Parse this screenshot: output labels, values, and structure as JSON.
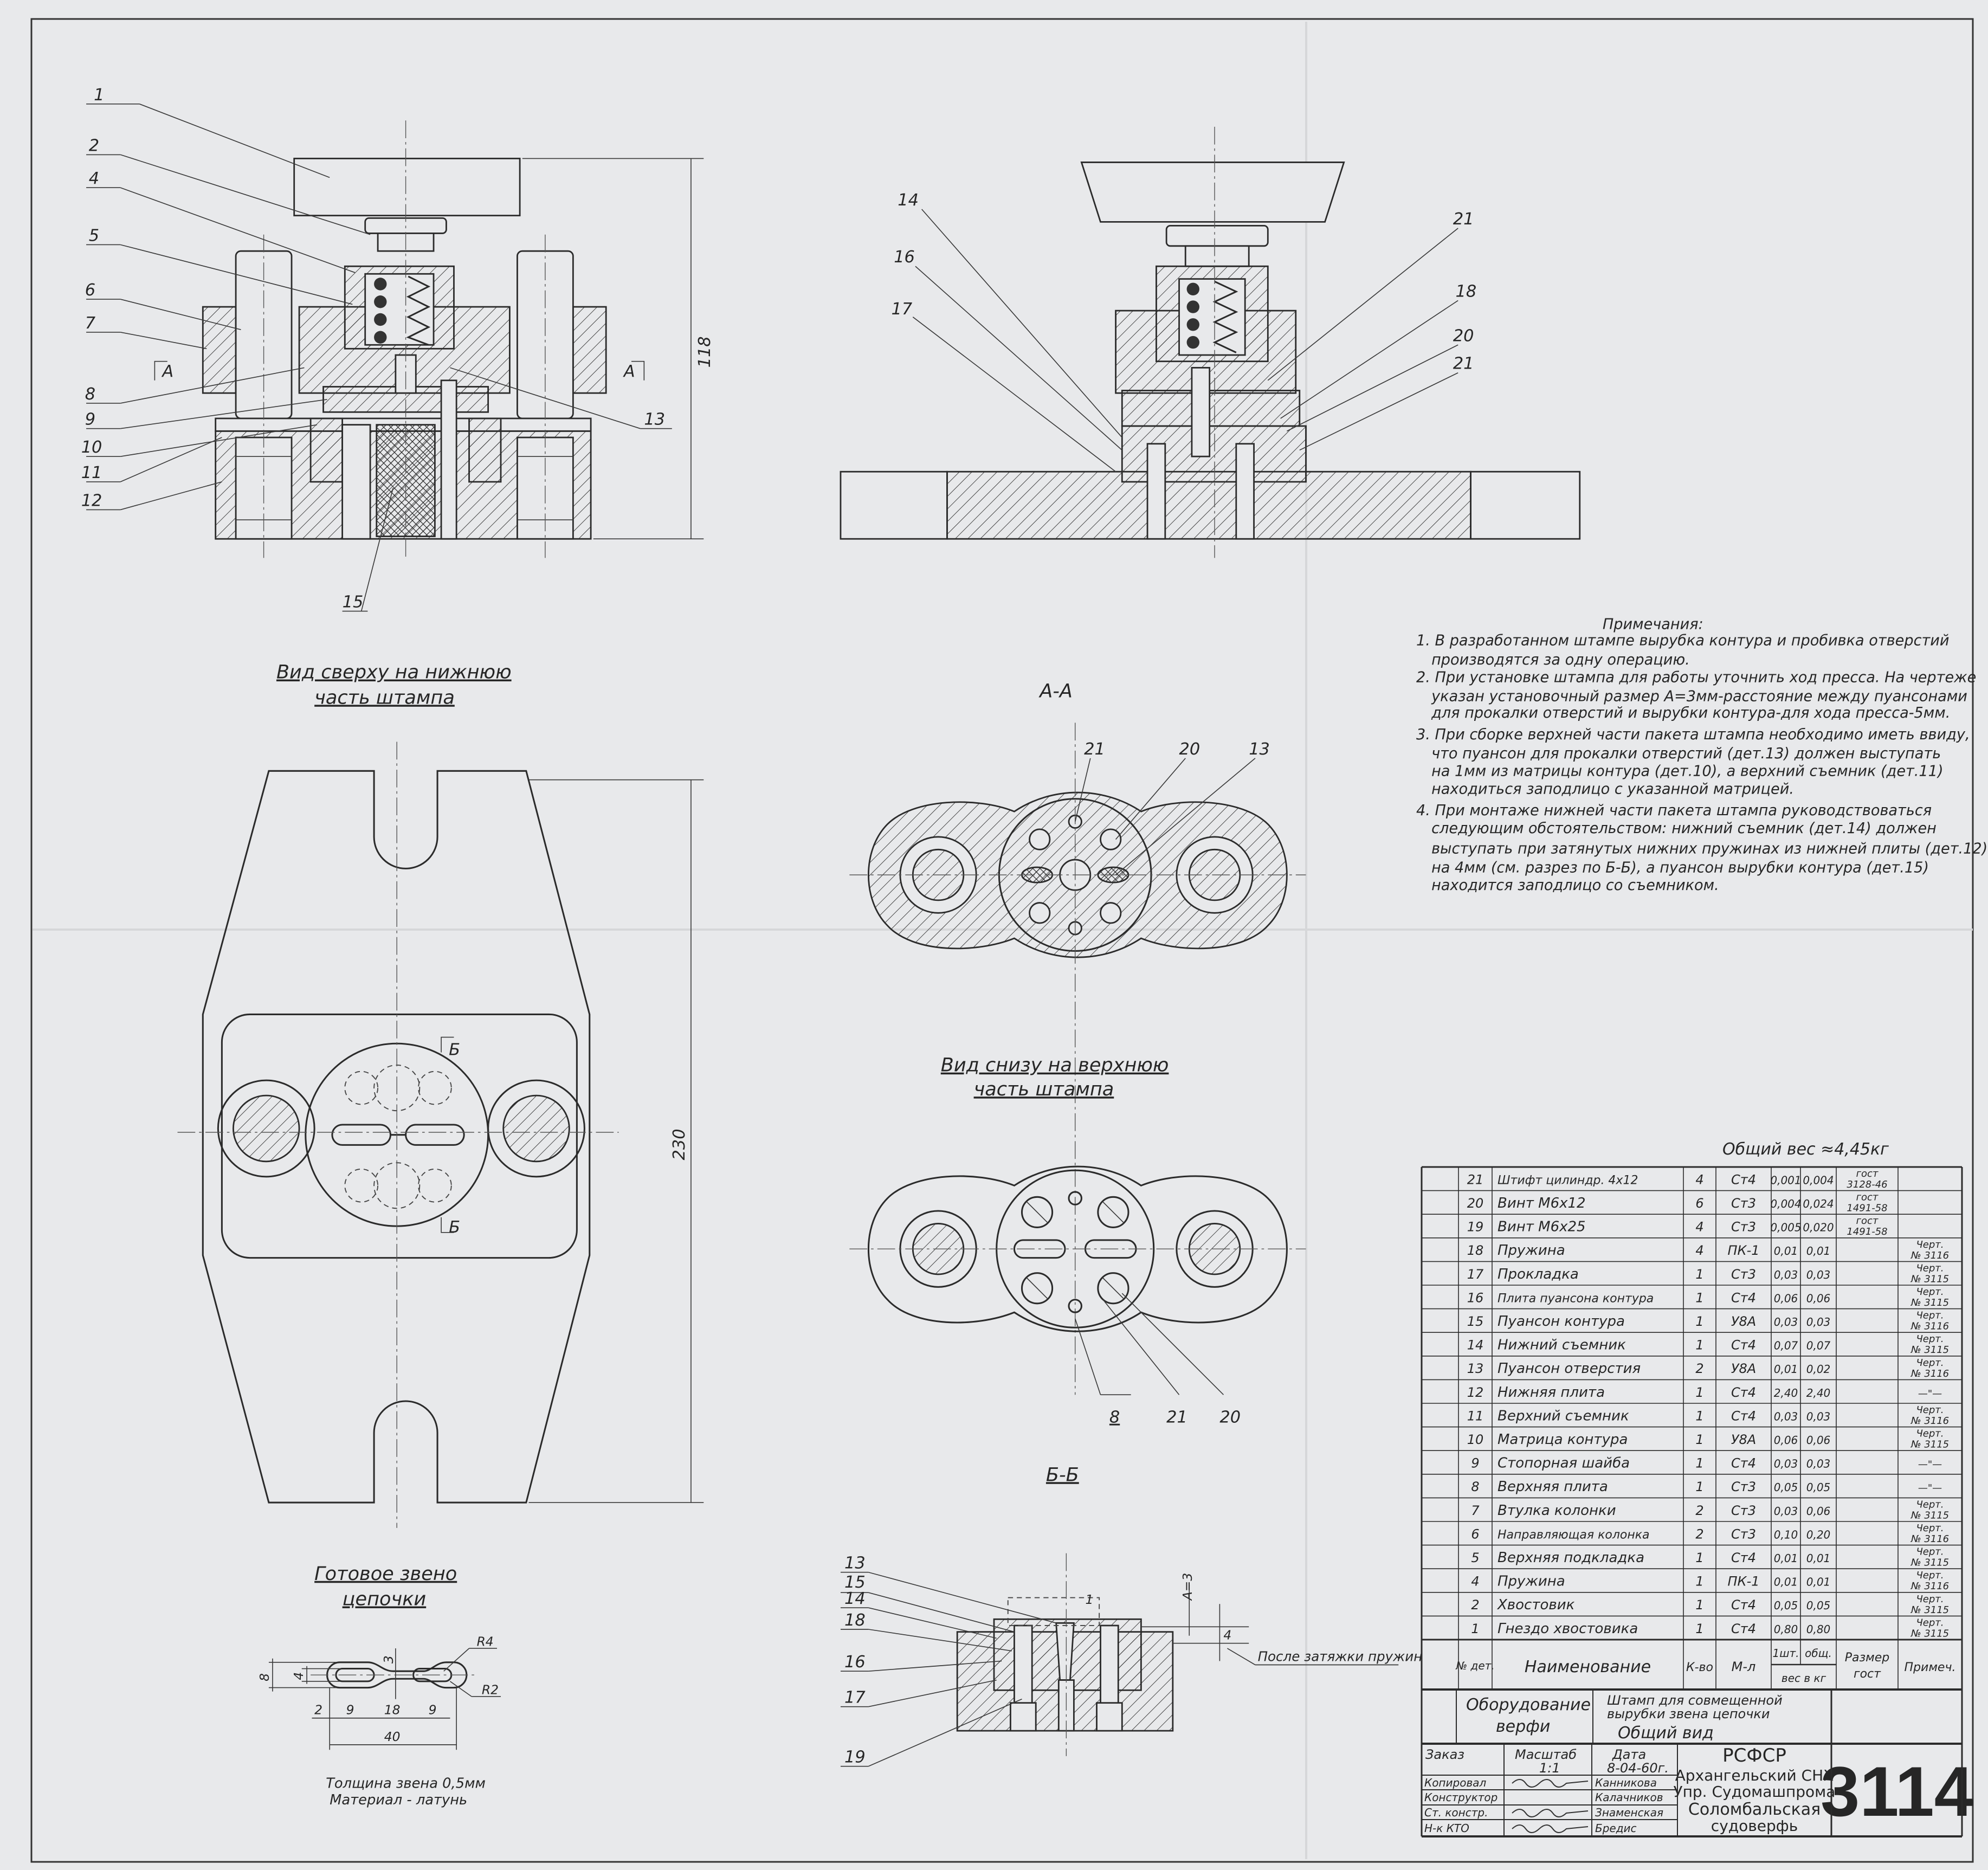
{
  "drawing": {
    "main_section_callouts": [
      "1",
      "2",
      "4",
      "5",
      "6",
      "7",
      "8",
      "9",
      "10",
      "11",
      "12",
      "13",
      "15"
    ],
    "section_marks": {
      "a_left": "A",
      "a_right": "A",
      "b_top": "Б",
      "b_bottom": "Б"
    },
    "dim_118": "118",
    "side_section_callouts": [
      "14",
      "16",
      "17",
      "21",
      "18",
      "20",
      "21"
    ],
    "top_view_title_1": "Вид сверху на нижнюю",
    "top_view_title_2": "часть штампа",
    "dim_230": "230",
    "section_aa_title": "А-А",
    "section_aa_callouts": [
      "21",
      "20",
      "13"
    ],
    "bottom_view_title_1": "Вид снизу на верхнюю",
    "bottom_view_title_2": "часть штампа",
    "bottom_view_callouts": [
      "8",
      "21",
      "20"
    ],
    "section_bb_title": "Б-Б",
    "section_bb_callouts": [
      "13",
      "15",
      "14",
      "18",
      "16",
      "17",
      "19"
    ],
    "section_bb_dims": {
      "a": "А=3",
      "one": "1",
      "four": "4"
    },
    "section_bb_note": "После затяжки пружин",
    "chain_link": {
      "title_1": "Готовое звено",
      "title_2": "цепочки",
      "dims": {
        "h8": "8",
        "h4": "4",
        "w3": "3",
        "r4": "R4",
        "r2": "R2",
        "d2": "2",
        "d9a": "9",
        "d18": "18",
        "d9b": "9",
        "d40": "40"
      },
      "thickness": "Толщина звена  0,5мм",
      "material": "Материал - латунь"
    }
  },
  "notes": {
    "title": "Примечания:",
    "lines": [
      "1. В разработанном штампе вырубка контура и пробивка отверстий",
      "производятся за одну операцию.",
      "2. При установке штампа для работы уточнить ход пресса. На чертеже",
      "указан установочный размер А=3мм-расстояние между пуансонами",
      "для прокалки отверстий и вырубки контура-для хода пресса-5мм.",
      "3. При сборке верхней части пакета штампа необходимо иметь ввиду,",
      "что пуансон для прокалки отверстий (дет.13) должен выступать",
      "на 1мм из матрицы контура (дет.10), а верхний съемник (дет.11)",
      "находиться заподлицо с указанной матрицей.",
      "4. При монтаже нижней части пакета штампа руководствоваться",
      "следующим обстоятельством: нижний съемник (дет.14) должен",
      "выступать при затянутых нижних пружинах из нижней плиты (дет.12)",
      "на 4мм (см. разрез по Б-Б), а пуансон вырубки контура (дет.15)",
      "находится заподлицо со съемником."
    ]
  },
  "parts_list": {
    "total_weight": "Общий вес ≈4,45кг",
    "header": {
      "no": "№ дет.",
      "name": "Наименование",
      "qty": "К-во",
      "material": "М-л",
      "w_one": "1шт.",
      "w_total": "общ.",
      "weight": "вес в кг",
      "gost_1": "Размер",
      "gost_2": "гост",
      "note": "Примеч."
    },
    "rows": [
      {
        "no": "21",
        "name": "Штифт цилиндр. 4x12",
        "qty": "4",
        "material": "Ст4",
        "w_one": "0,001",
        "w_total": "0,004",
        "gost_1": "гост",
        "gost_2": "3128-46",
        "note_1": "",
        "note_2": ""
      },
      {
        "no": "20",
        "name": "Винт  М6x12",
        "qty": "6",
        "material": "Ст3",
        "w_one": "0,004",
        "w_total": "0,024",
        "gost_1": "гост",
        "gost_2": "1491-58",
        "note_1": "",
        "note_2": ""
      },
      {
        "no": "19",
        "name": "Винт  М6x25",
        "qty": "4",
        "material": "Ст3",
        "w_one": "0,005",
        "w_total": "0,020",
        "gost_1": "гост",
        "gost_2": "1491-58",
        "note_1": "",
        "note_2": ""
      },
      {
        "no": "18",
        "name": "Пружина",
        "qty": "4",
        "material": "ПК-1",
        "w_one": "0,01",
        "w_total": "0,01",
        "gost_1": "",
        "gost_2": "",
        "note_1": "Черт.",
        "note_2": "№ 3116"
      },
      {
        "no": "17",
        "name": "Прокладка",
        "qty": "1",
        "material": "Ст3",
        "w_one": "0,03",
        "w_total": "0,03",
        "gost_1": "",
        "gost_2": "",
        "note_1": "Черт.",
        "note_2": "№ 3115"
      },
      {
        "no": "16",
        "name": "Плита пуансона контура",
        "qty": "1",
        "material": "Ст4",
        "w_one": "0,06",
        "w_total": "0,06",
        "gost_1": "",
        "gost_2": "",
        "note_1": "Черт.",
        "note_2": "№ 3115"
      },
      {
        "no": "15",
        "name": "Пуансон контура",
        "qty": "1",
        "material": "У8А",
        "w_one": "0,03",
        "w_total": "0,03",
        "gost_1": "",
        "gost_2": "",
        "note_1": "Черт.",
        "note_2": "№ 3116"
      },
      {
        "no": "14",
        "name": "Нижний съемник",
        "qty": "1",
        "material": "Ст4",
        "w_one": "0,07",
        "w_total": "0,07",
        "gost_1": "",
        "gost_2": "",
        "note_1": "Черт.",
        "note_2": "№ 3115"
      },
      {
        "no": "13",
        "name": "Пуансон отверстия",
        "qty": "2",
        "material": "У8А",
        "w_one": "0,01",
        "w_total": "0,02",
        "gost_1": "",
        "gost_2": "",
        "note_1": "Черт.",
        "note_2": "№ 3116"
      },
      {
        "no": "12",
        "name": "Нижняя плита",
        "qty": "1",
        "material": "Ст4",
        "w_one": "2,40",
        "w_total": "2,40",
        "gost_1": "",
        "gost_2": "",
        "note_1": "—\"—",
        "note_2": ""
      },
      {
        "no": "11",
        "name": "Верхний съемник",
        "qty": "1",
        "material": "Ст4",
        "w_one": "0,03",
        "w_total": "0,03",
        "gost_1": "",
        "gost_2": "",
        "note_1": "Черт.",
        "note_2": "№ 3116"
      },
      {
        "no": "10",
        "name": "Матрица контура",
        "qty": "1",
        "material": "У8А",
        "w_one": "0,06",
        "w_total": "0,06",
        "gost_1": "",
        "gost_2": "",
        "note_1": "Черт.",
        "note_2": "№ 3115"
      },
      {
        "no": "9",
        "name": "Стопорная шайба",
        "qty": "1",
        "material": "Ст4",
        "w_one": "0,03",
        "w_total": "0,03",
        "gost_1": "",
        "gost_2": "",
        "note_1": "—\"—",
        "note_2": ""
      },
      {
        "no": "8",
        "name": "Верхняя плита",
        "qty": "1",
        "material": "Ст3",
        "w_one": "0,05",
        "w_total": "0,05",
        "gost_1": "",
        "gost_2": "",
        "note_1": "—\"—",
        "note_2": ""
      },
      {
        "no": "7",
        "name": "Втулка колонки",
        "qty": "2",
        "material": "Ст3",
        "w_one": "0,03",
        "w_total": "0,06",
        "gost_1": "",
        "gost_2": "",
        "note_1": "Черт.",
        "note_2": "№ 3115"
      },
      {
        "no": "6",
        "name": "Направляющая колонка",
        "qty": "2",
        "material": "Ст3",
        "w_one": "0,10",
        "w_total": "0,20",
        "gost_1": "",
        "gost_2": "",
        "note_1": "Черт.",
        "note_2": "№ 3116"
      },
      {
        "no": "5",
        "name": "Верхняя подкладка",
        "qty": "1",
        "material": "Ст4",
        "w_one": "0,01",
        "w_total": "0,01",
        "gost_1": "",
        "gost_2": "",
        "note_1": "Черт.",
        "note_2": "№ 3115"
      },
      {
        "no": "4",
        "name": "Пружина",
        "qty": "1",
        "material": "ПК-1",
        "w_one": "0,01",
        "w_total": "0,01",
        "gost_1": "",
        "gost_2": "",
        "note_1": "Черт.",
        "note_2": "№ 3116"
      },
      {
        "no": "2",
        "name": "Хвостовик",
        "qty": "1",
        "material": "Ст4",
        "w_one": "0,05",
        "w_total": "0,05",
        "gost_1": "",
        "gost_2": "",
        "note_1": "Черт.",
        "note_2": "№ 3115"
      },
      {
        "no": "1",
        "name": "Гнездо хвостовика",
        "qty": "1",
        "material": "Ст4",
        "w_one": "0,80",
        "w_total": "0,80",
        "gost_1": "",
        "gost_2": "",
        "note_1": "Черт.",
        "note_2": "№ 3115"
      }
    ]
  },
  "title_block": {
    "group_1": "Оборудование",
    "group_2": "верфи",
    "title_1": "Штамп для совмещенной",
    "title_2": "вырубки звена цепочки",
    "title_3": "Общий вид",
    "order_label": "Заказ",
    "scale_label": "Масштаб",
    "scale_value": "1:1",
    "date_label": "Дата",
    "date_value": "8-04-60г.",
    "signers": [
      {
        "role": "Копировал",
        "name": "Канникова"
      },
      {
        "role": "Конструктор",
        "name": "Калачников"
      },
      {
        "role": "Ст. констр.",
        "name": "Знаменская"
      },
      {
        "role": "Н-к КТО",
        "name": "Бредис"
      }
    ],
    "org_1": "РСФСР",
    "org_2": "Архангельский СНХ",
    "org_3": "Упр. Судомашпрома",
    "org_4": "Соломбальская",
    "org_5": "судоверфь",
    "drawing_number": "3114"
  }
}
